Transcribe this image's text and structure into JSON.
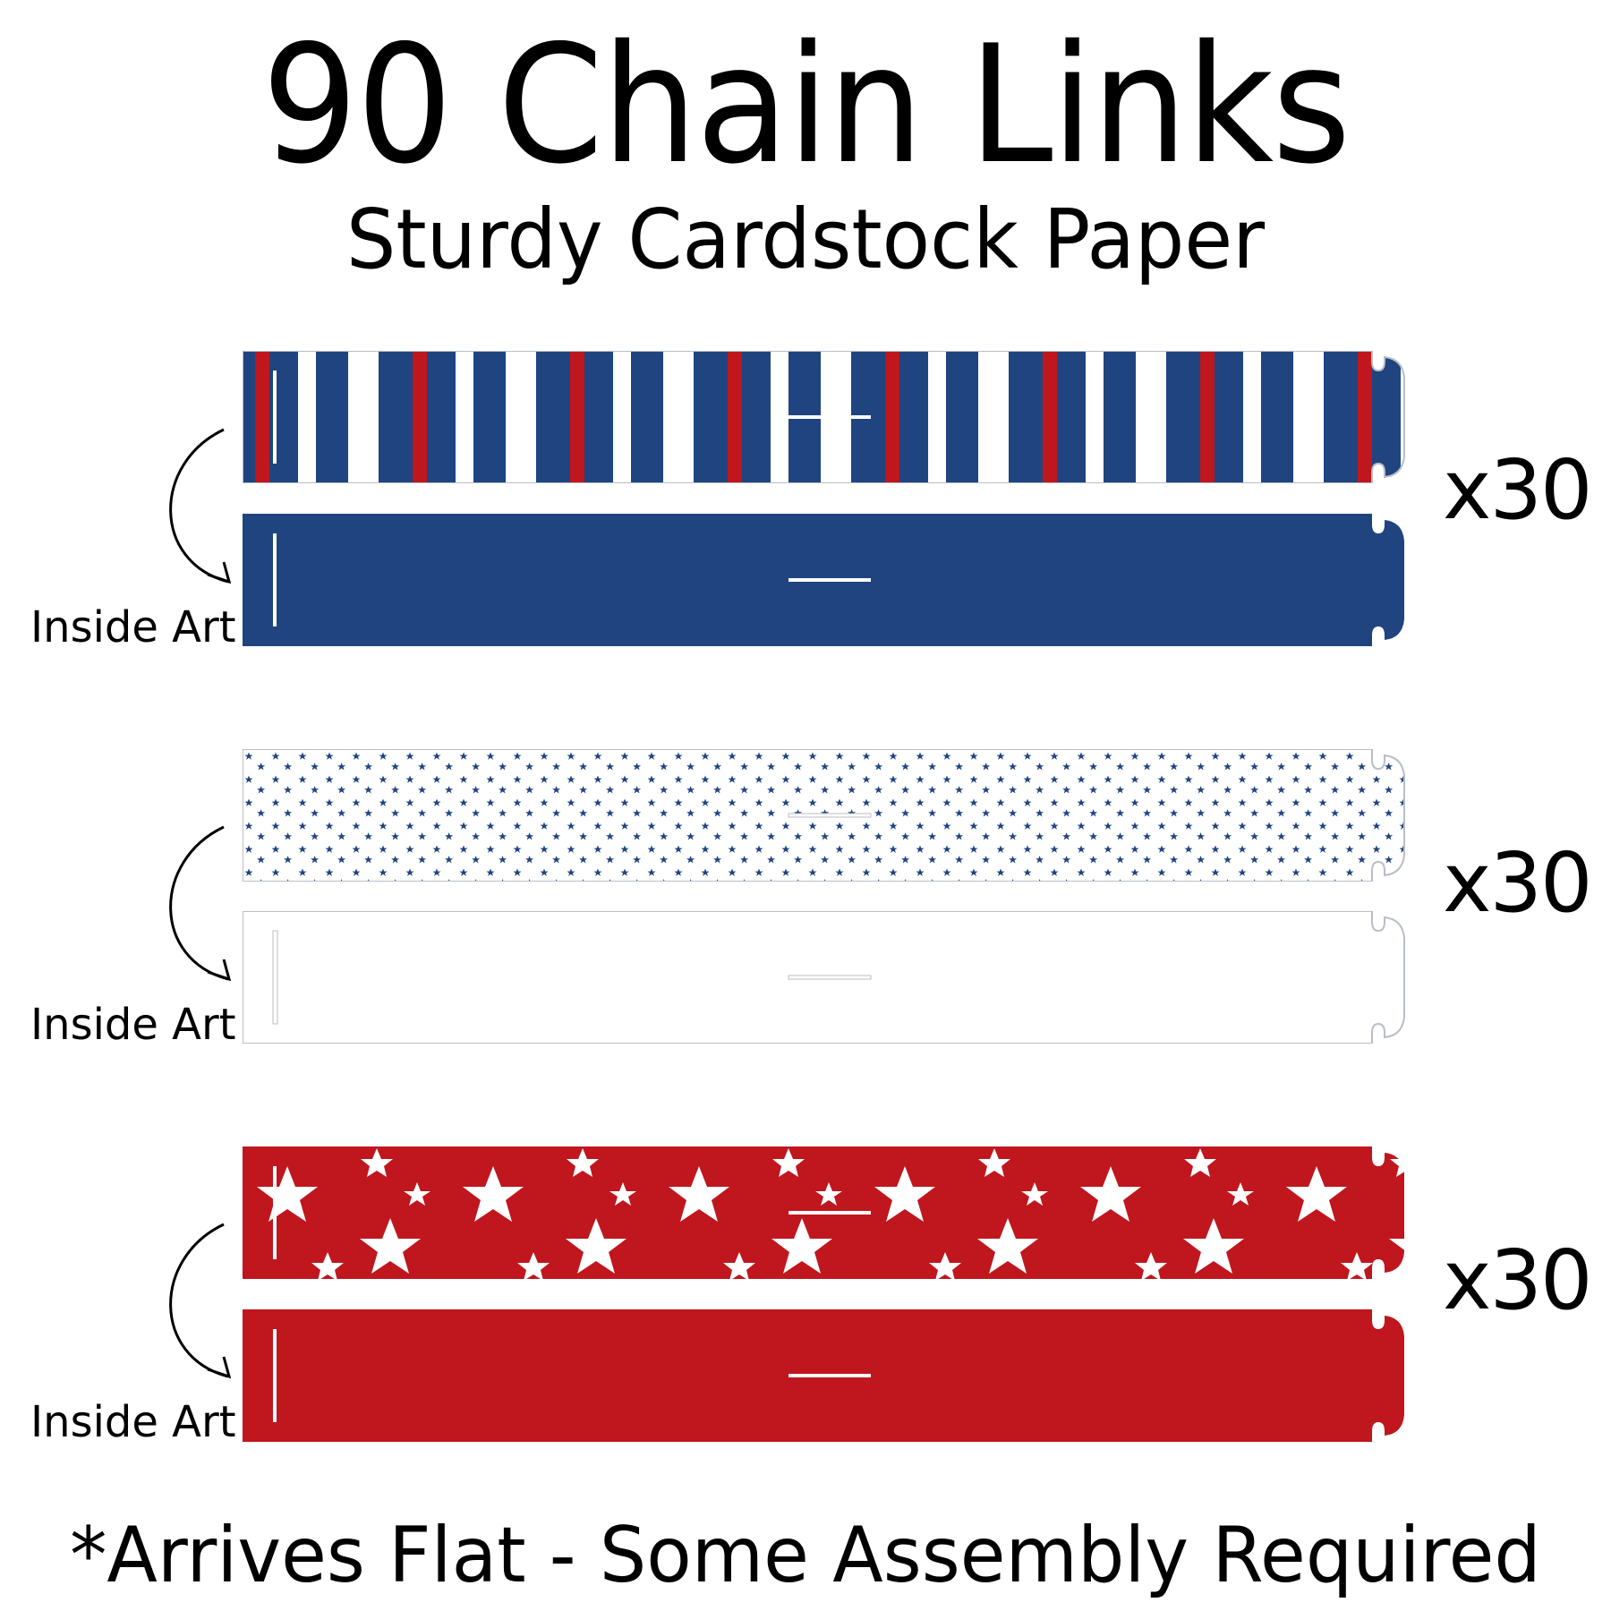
{
  "header": {
    "title": "90 Chain Links",
    "subtitle": "Sturdy Cardstock Paper"
  },
  "sets": [
    {
      "count_label": "x30",
      "inside_label": "Inside Art",
      "outside_pattern": "navy-white-red-stripes",
      "inside_color": "#1f4480"
    },
    {
      "count_label": "x30",
      "inside_label": "Inside Art",
      "outside_pattern": "navy-stars-on-white",
      "inside_color": "#ffffff"
    },
    {
      "count_label": "x30",
      "inside_label": "Inside Art",
      "outside_pattern": "white-stars-on-red",
      "inside_color": "#c0161d"
    }
  ],
  "footer": {
    "note": "*Arrives Flat - Some Assembly Required"
  },
  "colors": {
    "navy": "#1f4480",
    "red": "#c0161d",
    "outline": "#b9bec6"
  }
}
